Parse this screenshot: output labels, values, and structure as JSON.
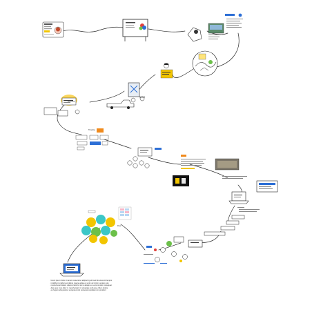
{
  "board": {
    "background": "#ffffff",
    "path_color": "#2b2b2b",
    "accent_yellow": "#f2c500",
    "accent_blue": "#2d6fd6",
    "accent_green": "#6cc04a",
    "accent_teal": "#3cc7c7",
    "accent_red": "#e2403a",
    "accent_orange": "#f08a1c"
  },
  "labels": {
    "timeline_label": "Timeline",
    "left_node_label": "Research",
    "flow_label": "Flow"
  },
  "footer_notes": [
    "· lorem ipsum dolor sit amet consectetur adipiscing elit sed do eiusmod tempor",
    "· incididunt ut labore et dolore magna aliqua ut enim ad minim veniam quis",
    "· nostrud exercitation ullamco laboris nisi ut aliquip ex ea commodo consequat",
    "· duis aute irure dolor in reprehenderit in voluptate velit esse cillum dolore",
    "· eu fugiat nulla pariatur excepteur sint occaecat cupidatat non proident"
  ]
}
